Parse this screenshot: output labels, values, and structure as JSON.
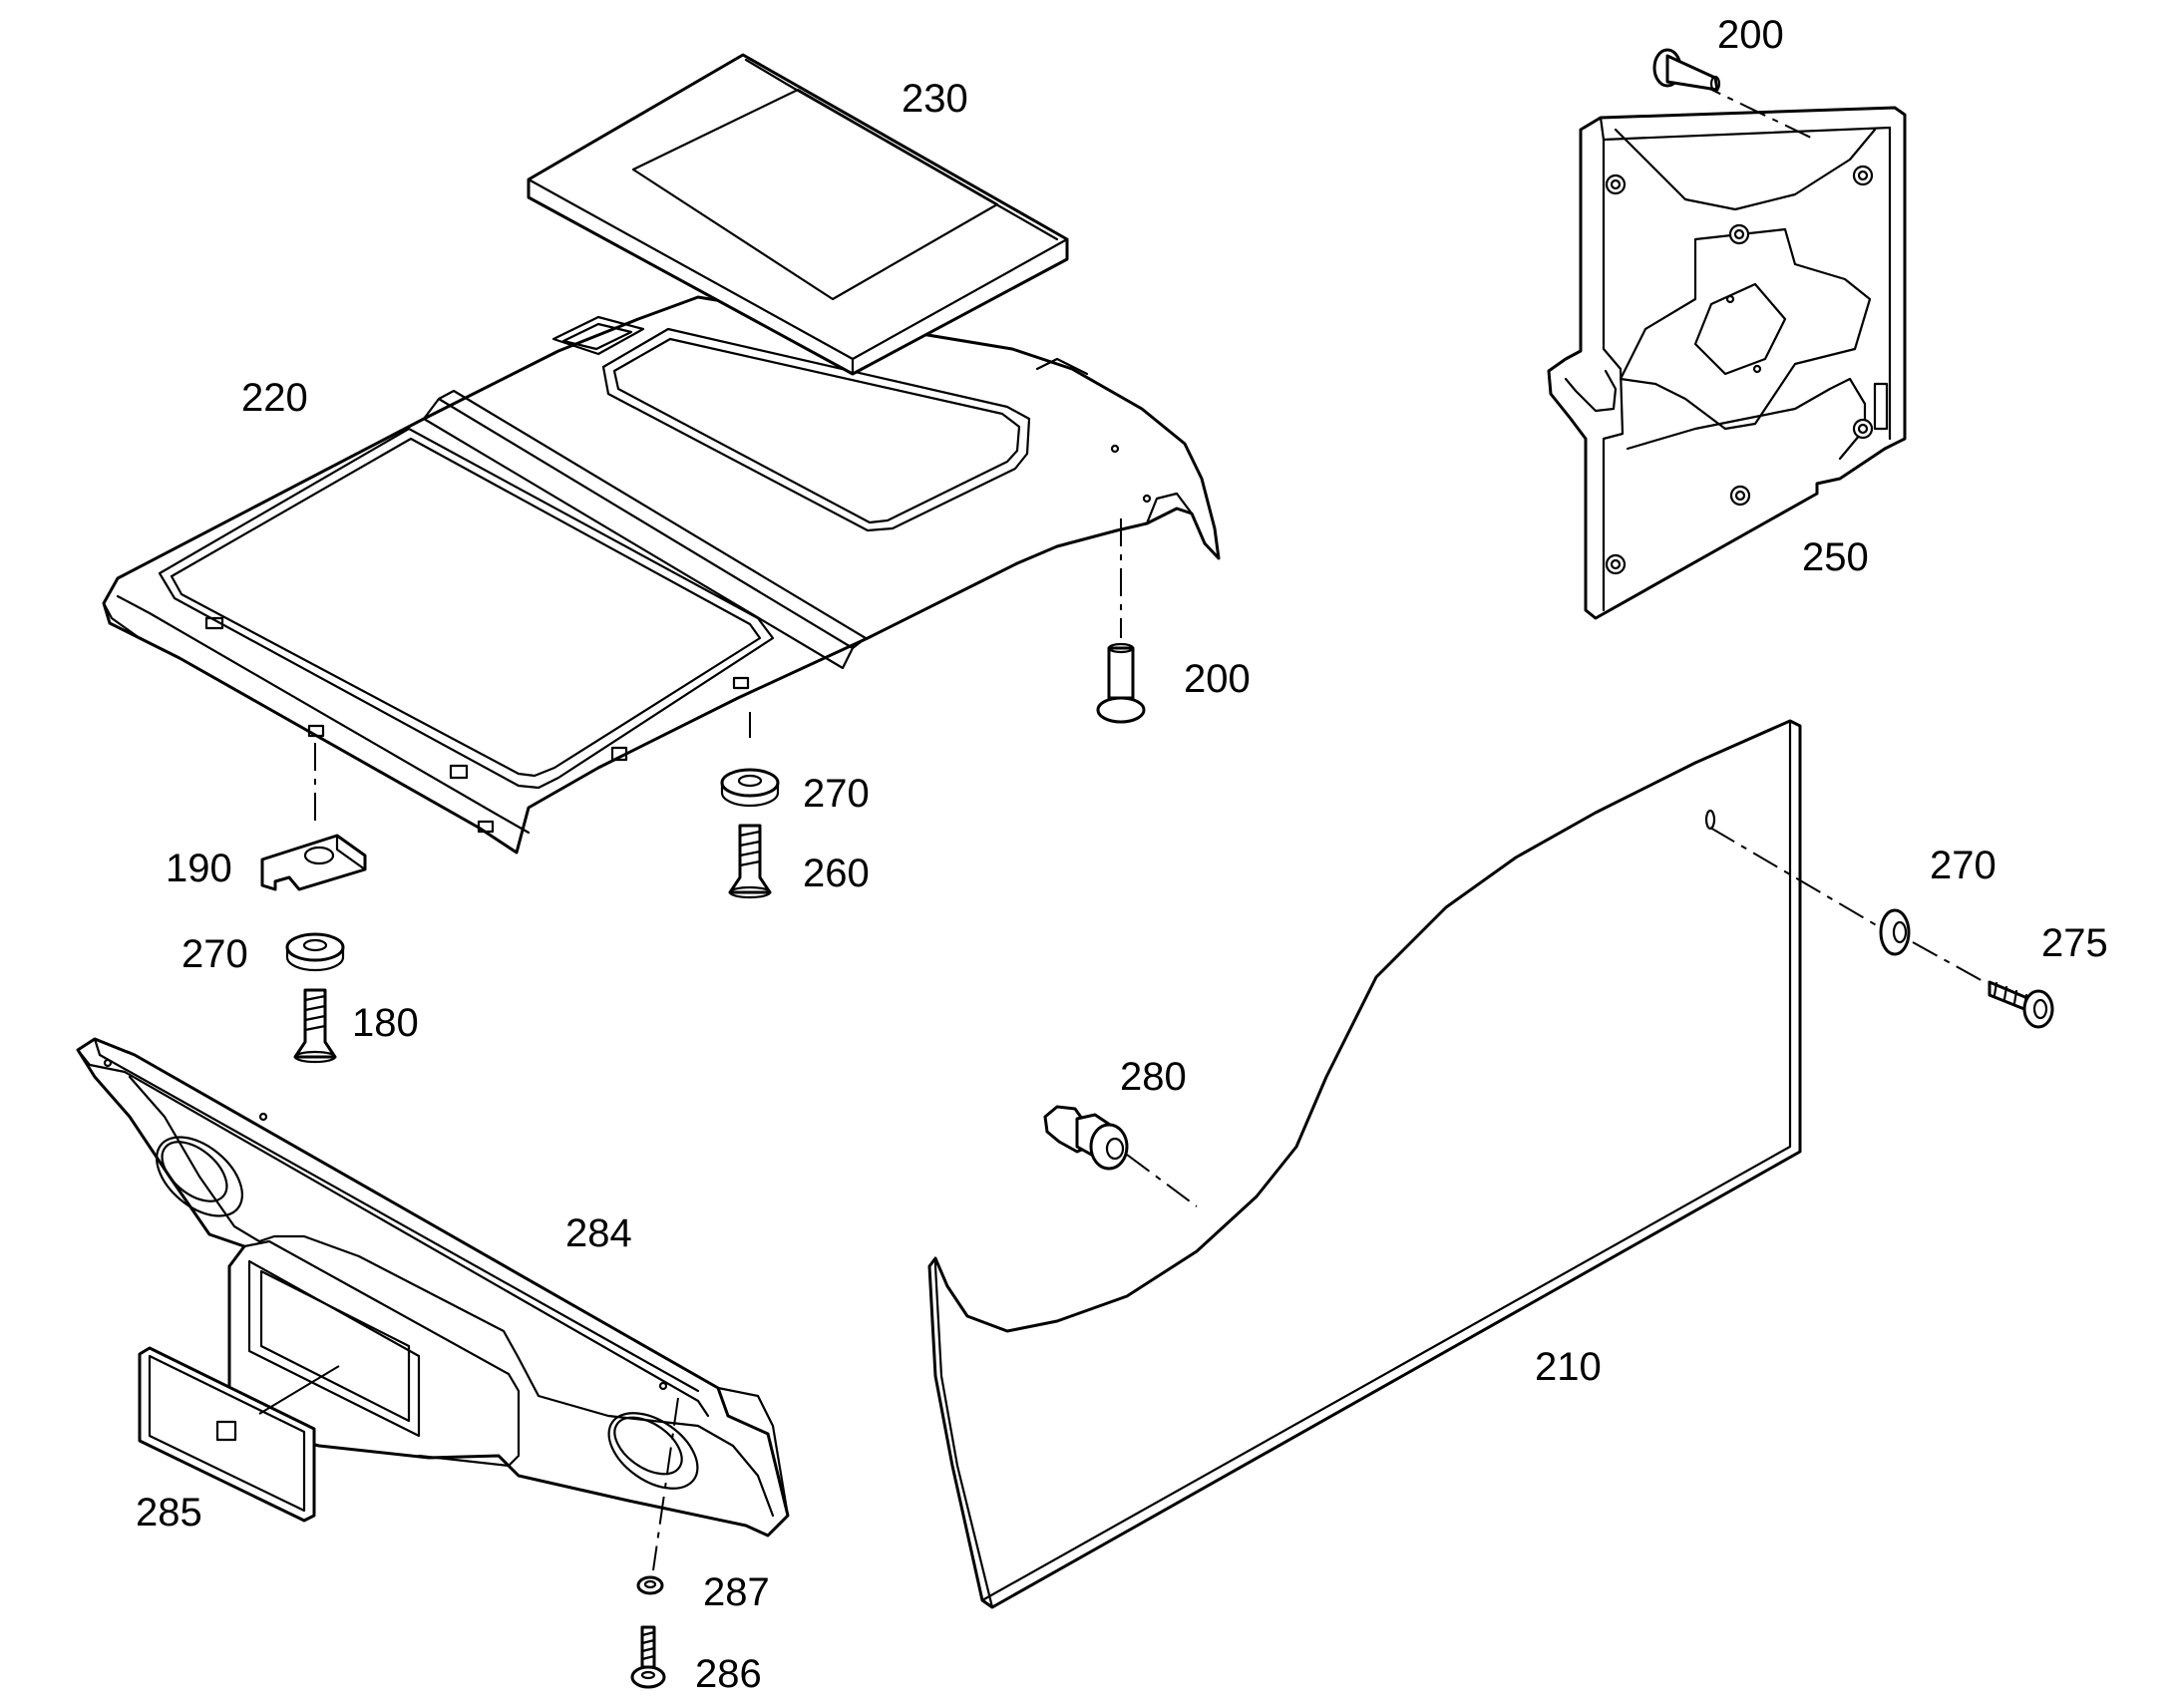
{
  "callouts": {
    "p180": "180",
    "p190": "190",
    "p200_top": "200",
    "p200_mid": "200",
    "p210": "210",
    "p220": "220",
    "p230": "230",
    "p250": "250",
    "p260": "260",
    "p270_a": "270",
    "p270_b": "270",
    "p270_c": "270",
    "p275": "275",
    "p280": "280",
    "p284": "284",
    "p285": "285",
    "p286": "286",
    "p287": "287"
  },
  "colors": {
    "line": "#000000",
    "background": "#ffffff"
  }
}
